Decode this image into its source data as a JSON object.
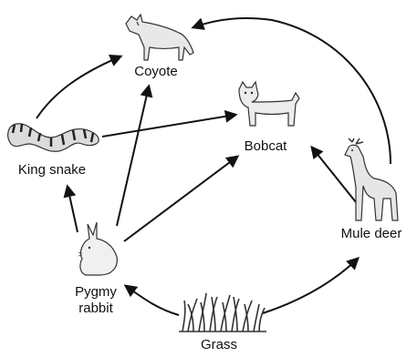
{
  "organisms": {
    "coyote": "Coyote",
    "bobcat": "Bobcat",
    "king_snake": "King snake",
    "mule_deer": "Mule deer",
    "pygmy_rabbit_line1": "Pygmy",
    "pygmy_rabbit_line2": "rabbit",
    "grass": "Grass"
  },
  "icons": {
    "coyote": "coyote-icon",
    "bobcat": "bobcat-icon",
    "king_snake": "king-snake-icon",
    "mule_deer": "mule-deer-icon",
    "pygmy_rabbit": "pygmy-rabbit-icon",
    "grass": "grass-icon"
  },
  "arrows": [
    {
      "from": "Grass",
      "to": "Pygmy rabbit"
    },
    {
      "from": "Grass",
      "to": "Mule deer"
    },
    {
      "from": "Pygmy rabbit",
      "to": "King snake"
    },
    {
      "from": "Pygmy rabbit",
      "to": "Coyote"
    },
    {
      "from": "Pygmy rabbit",
      "to": "Bobcat"
    },
    {
      "from": "King snake",
      "to": "Coyote"
    },
    {
      "from": "King snake",
      "to": "Bobcat"
    },
    {
      "from": "Mule deer",
      "to": "Bobcat"
    },
    {
      "from": "Mule deer",
      "to": "Coyote"
    }
  ]
}
